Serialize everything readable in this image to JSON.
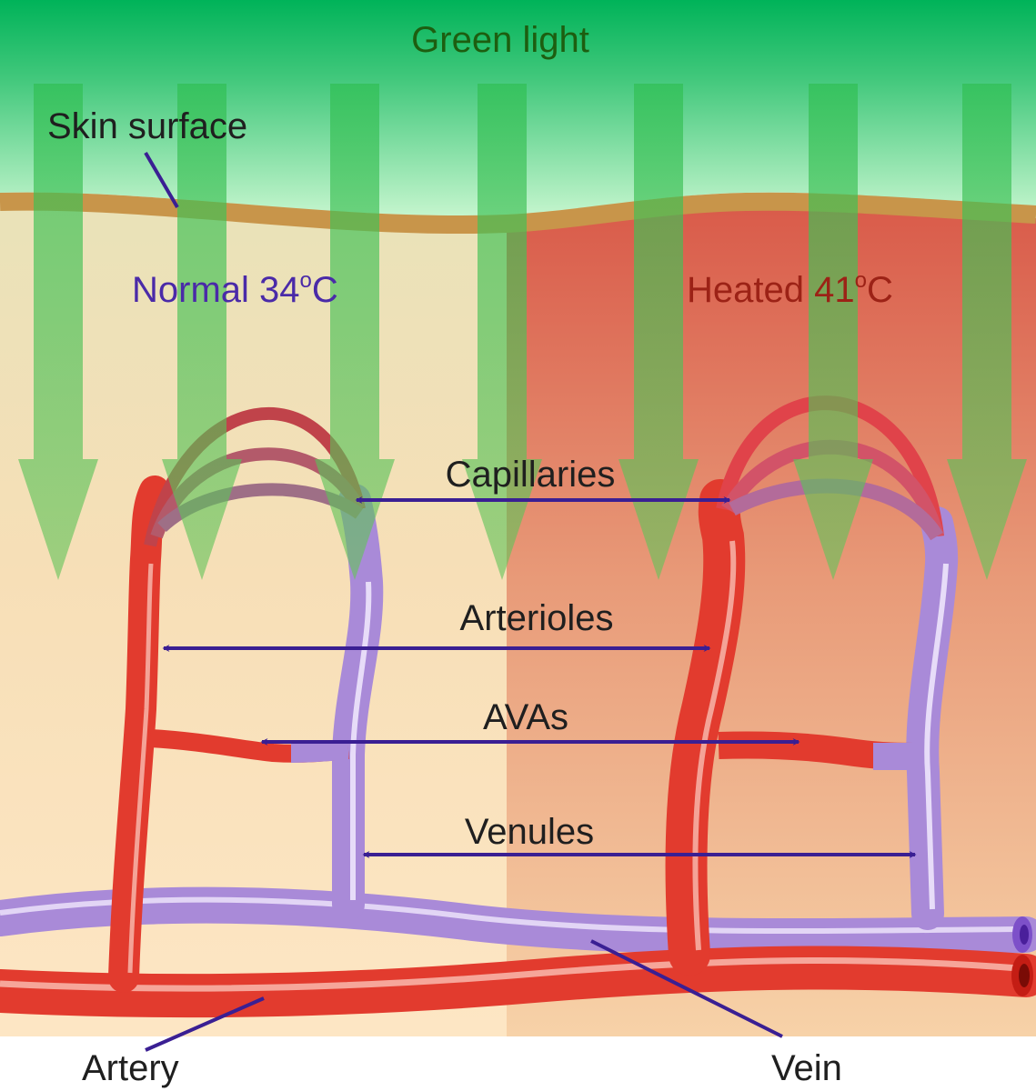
{
  "labels": {
    "green_light": "Green light",
    "skin_surface": "Skin surface",
    "normal_prefix": "Normal 34",
    "heated_prefix": "Heated 41",
    "degree": "o",
    "celsius": "C",
    "capillaries": "Capillaries",
    "arterioles": "Arterioles",
    "avas": "AVAs",
    "venules": "Venules",
    "artery": "Artery",
    "vein": "Vein"
  },
  "colors": {
    "green_light": "#00b359",
    "skin_surface": "#c8954a",
    "normal_tissue": "#fde6c4",
    "heated_tissue": "#e0604a",
    "artery": "#e23b2e",
    "vein": "#a98ad8",
    "arrow_annotation": "#3a1f93",
    "normal_text": "#4a2aa8",
    "heated_text": "#9c2216",
    "green_text": "#1d5e10"
  },
  "arrow_columns": 7
}
